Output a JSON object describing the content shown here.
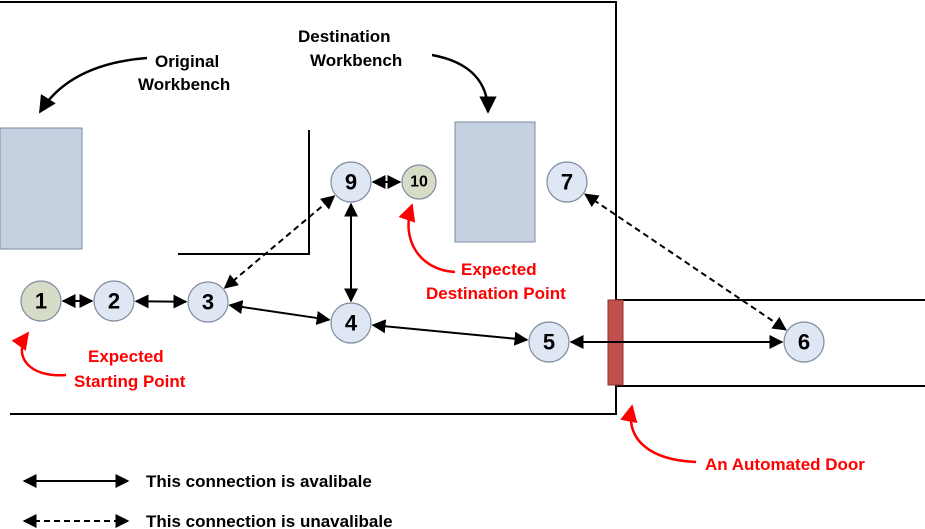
{
  "labels": {
    "original_workbench": [
      "Original",
      "Workbench"
    ],
    "destination_workbench": [
      "Destination",
      "Workbench"
    ],
    "expected_destination": [
      "Expected",
      "Destination Point"
    ],
    "expected_starting": [
      "Expected",
      "Starting Point"
    ],
    "automated_door": "An Automated Door"
  },
  "nodes": [
    {
      "id": "1",
      "label": "1",
      "role": "start"
    },
    {
      "id": "2",
      "label": "2"
    },
    {
      "id": "3",
      "label": "3"
    },
    {
      "id": "4",
      "label": "4"
    },
    {
      "id": "5",
      "label": "5"
    },
    {
      "id": "6",
      "label": "6"
    },
    {
      "id": "7",
      "label": "7"
    },
    {
      "id": "9",
      "label": "9"
    },
    {
      "id": "10",
      "label": "10",
      "role": "destination"
    }
  ],
  "edges": [
    {
      "from": "1",
      "to": "2",
      "available": true
    },
    {
      "from": "2",
      "to": "3",
      "available": true
    },
    {
      "from": "3",
      "to": "4",
      "available": true
    },
    {
      "from": "4",
      "to": "5",
      "available": true
    },
    {
      "from": "5",
      "to": "6",
      "available": true
    },
    {
      "from": "4",
      "to": "9",
      "available": true
    },
    {
      "from": "9",
      "to": "10",
      "available": true
    },
    {
      "from": "3",
      "to": "9",
      "available": false
    },
    {
      "from": "7",
      "to": "6",
      "available": false
    }
  ],
  "legend": {
    "available": "This connection is avalibale",
    "unavailable": "This connection is unavalibale"
  },
  "colors": {
    "node_fill": "#dfe7f4",
    "special_node_fill": "#d6dcc7",
    "workbench_fill": "#c5d0e0",
    "door_fill": "#c0504d",
    "annotation_red": "#ff0000"
  }
}
